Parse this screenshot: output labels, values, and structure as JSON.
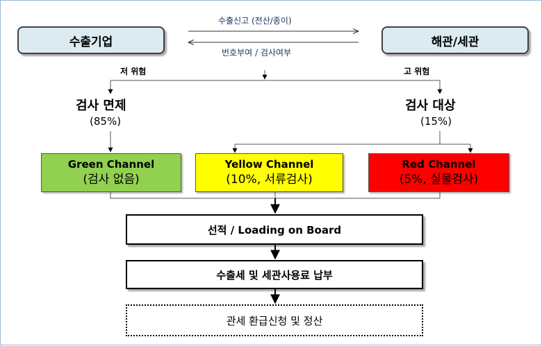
{
  "parties": {
    "exporter": "수출기업",
    "customs": "해관/세관"
  },
  "flows": {
    "to_customs": "수출신고 (전산/종이)",
    "to_exporter": "번호부여 / 검사여부"
  },
  "risk": {
    "low": "저 위험",
    "high": "고 위험"
  },
  "decisions": {
    "exempt_title": "검사 면제",
    "exempt_pct": "(85%)",
    "target_title": "검사 대상",
    "target_pct": "(15%)"
  },
  "channels": [
    {
      "name": "Green Channel",
      "desc": "(검사 없음)",
      "color": "#92d050"
    },
    {
      "name": "Yellow Channel",
      "desc": "(10%, 서류검사)",
      "color": "#ffff00"
    },
    {
      "name": "Red Channel",
      "desc": "(5%, 실물검사)",
      "color": "#ff0000"
    }
  ],
  "steps": [
    "선적 / Loading on Board",
    "수출세 및 세관사용료 납부",
    "관세 환급신청 및 정산"
  ],
  "colors": {
    "party_fill": "#dcebf1",
    "flow_text": "#1f3864"
  }
}
